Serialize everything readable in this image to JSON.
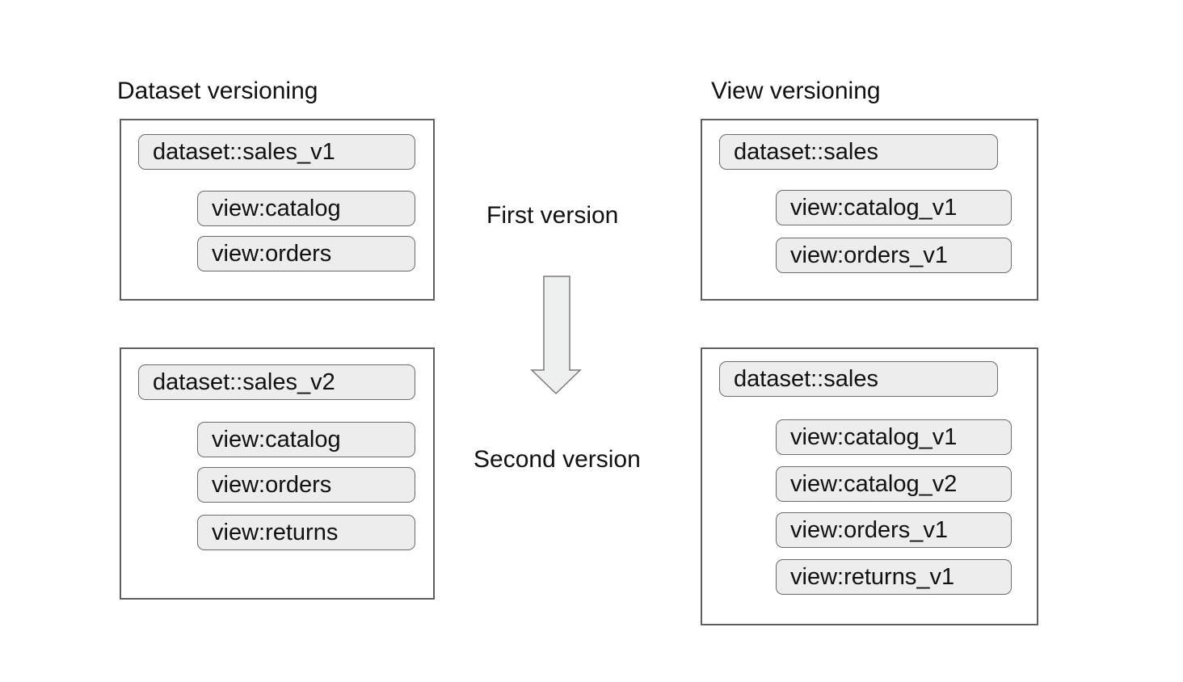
{
  "diagram": {
    "left": {
      "title": "Dataset versioning",
      "first": {
        "dataset": "dataset::sales_v1",
        "views": [
          "view:catalog",
          "view:orders"
        ]
      },
      "second": {
        "dataset": "dataset::sales_v2",
        "views": [
          "view:catalog",
          "view:orders",
          "view:returns"
        ]
      }
    },
    "right": {
      "title": "View versioning",
      "first": {
        "dataset": "dataset::sales",
        "views": [
          "view:catalog_v1",
          "view:orders_v1"
        ]
      },
      "second": {
        "dataset": "dataset::sales",
        "views": [
          "view:catalog_v1",
          "view:catalog_v2",
          "view:orders_v1",
          "view:returns_v1"
        ]
      }
    },
    "middle": {
      "first_label": "First version",
      "second_label": "Second version",
      "arrow_icon": "down-arrow-icon"
    },
    "colors": {
      "pill_fill": "#ededed",
      "pill_border": "#6b6b6b",
      "box_border": "#5f5f5f",
      "text": "#111111",
      "arrow_fill": "#eef0ef",
      "arrow_stroke": "#7a7a7a",
      "background": "#ffffff"
    }
  }
}
